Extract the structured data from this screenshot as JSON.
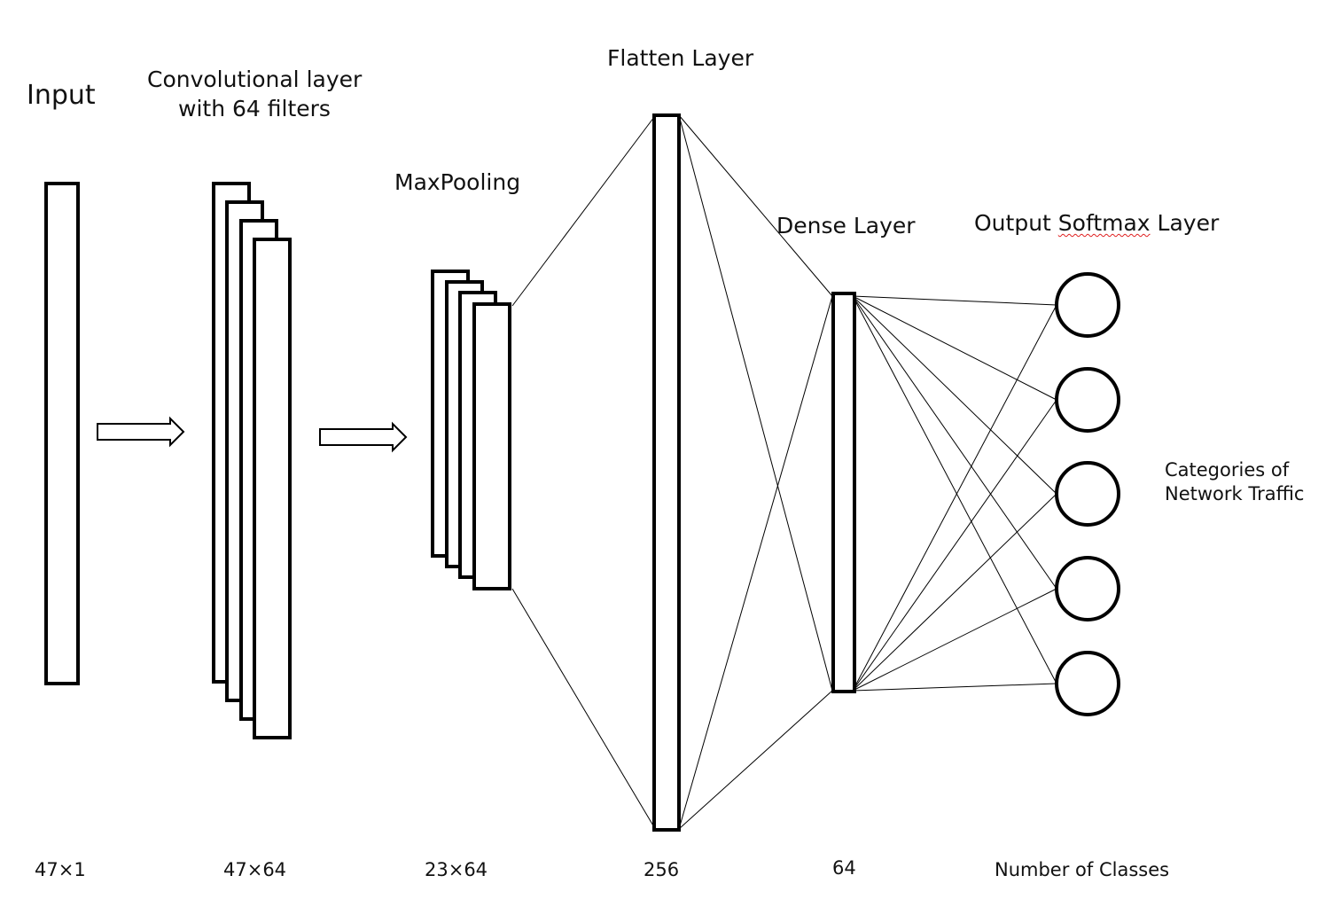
{
  "labels": {
    "input": "Input",
    "conv_line1": "Convolutional layer",
    "conv_line2": "with 64 filters",
    "maxpooling": "MaxPooling",
    "flatten": "Flatten Layer",
    "dense": "Dense Layer",
    "output_prefix": "Output ",
    "output_misspelled": "Softmax",
    "output_suffix": " Layer",
    "categories_line1": "Categories of",
    "categories_line2": "Network Traffic"
  },
  "dimensions": {
    "input": "47×1",
    "conv": "47×64",
    "maxpool": "23×64",
    "flatten": "256",
    "dense": "64",
    "output": "Number of Classes"
  },
  "output_nodes": 5,
  "colors": {
    "stroke": "#000000",
    "background": "#ffffff",
    "spellcheck_underline": "#e02020"
  }
}
